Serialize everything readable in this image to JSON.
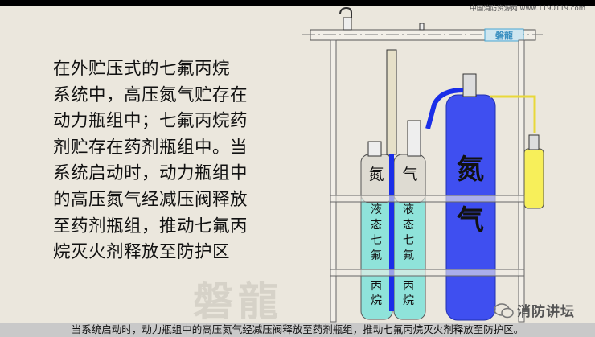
{
  "source_credit": "中国消防资源网 www.1190119.com",
  "paragraph_lines": [
    "在外贮压式的七氟丙烷",
    "系统中，高压氮气贮存在",
    "动力瓶组中；七氟丙烷药",
    "剂贮存在药剂瓶组中。当",
    "系统启动时，动力瓶组中",
    "的高压氮气经减压阀释放",
    "至药剂瓶组，推动七氟丙",
    "烷灭火剂释放至防护区"
  ],
  "diagram": {
    "pipe_logo": "磐龍",
    "agent_cylinder_top_label_left": "氮",
    "agent_cylinder_top_label_right": "气",
    "agent_cylinder_label_left": [
      "液",
      "态",
      "七",
      "氟",
      "丙",
      "烷"
    ],
    "agent_cylinder_label_right": [
      "液",
      "态",
      "七",
      "氟",
      "丙",
      "烷"
    ],
    "nitrogen_label": [
      "氮",
      "气"
    ],
    "colors": {
      "nitrogen": "#3f4ff0",
      "agent": "#8fe3da",
      "starter": "#f7ef5a",
      "tube": "#1a2ee8"
    }
  },
  "watermark": "磐龍",
  "wechat_account": "消防讲坛",
  "subtitle": "当系统启动时，动力瓶组中的高压氮气经减压阀释放至药剂瓶组，推动七氟丙烷灭火剂释放至防护区。"
}
